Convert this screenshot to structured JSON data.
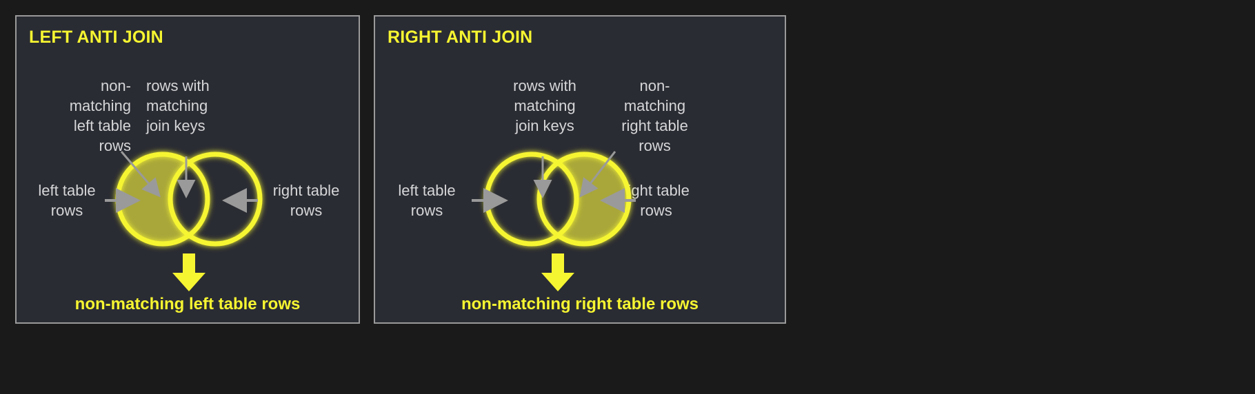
{
  "page": {
    "background_color": "#1a1a1a",
    "panel_background_color": "#2a2c33",
    "panel_border_color": "#9a9a9a",
    "accent_yellow": "#f6f531",
    "fill_olive": "#a9a73a",
    "label_gray": "#d5d6d8",
    "arrow_gray": "#9a9a9a"
  },
  "panels": [
    {
      "id": "left-anti-join",
      "title": "LEFT ANTI JOIN",
      "caption": "non-matching left table rows",
      "annotations": {
        "top_left": "non-\nmatching\nleft table\nrows",
        "top_right": "rows with\nmatching\njoin keys",
        "side_left": "left table\nrows",
        "side_right": "right table\nrows"
      },
      "venn": {
        "highlighted_circle": "left",
        "left_circle_label": "left table rows",
        "right_circle_label": "right table rows",
        "shaded_region": "left-only"
      }
    },
    {
      "id": "right-anti-join",
      "title": "RIGHT ANTI JOIN",
      "caption": "non-matching right table rows",
      "annotations": {
        "top_left": "rows with\nmatching\njoin keys",
        "top_right": "non-\nmatching\nright table\nrows",
        "side_left": "left table\nrows",
        "side_right": "right table\nrows"
      },
      "venn": {
        "highlighted_circle": "right",
        "left_circle_label": "left table rows",
        "right_circle_label": "right table rows",
        "shaded_region": "right-only"
      }
    }
  ],
  "icons": {
    "down_arrow": "down-arrow-icon",
    "pointer_arrow": "pointer-arrow-icon"
  }
}
